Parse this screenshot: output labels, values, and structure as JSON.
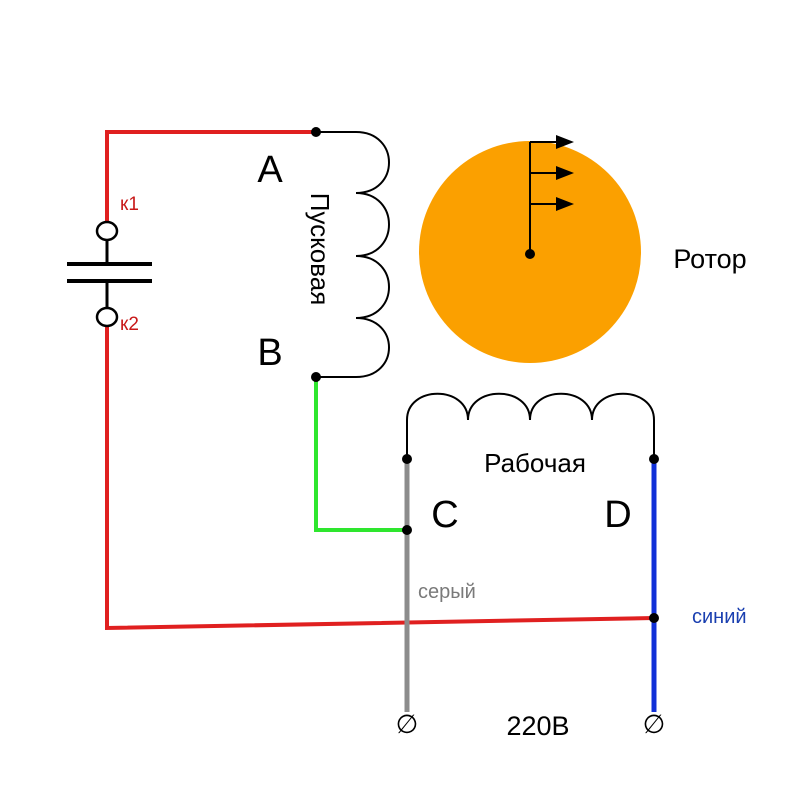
{
  "labels": {
    "terminal_a": "A",
    "terminal_b": "B",
    "terminal_c": "C",
    "terminal_d": "D",
    "start_winding": "Пусковая",
    "run_winding": "Рабочая",
    "rotor": "Ротор",
    "capacitor_k1": "к1",
    "capacitor_k2": "к2",
    "gray_wire": "серый",
    "blue_wire": "синий",
    "supply_voltage": "220В",
    "supply_terminal_symbol": "∅"
  },
  "colors": {
    "capacitor_wire": "#e02020",
    "jumper_wire": "#2ee62e",
    "gray_wire": "#8c8c8c",
    "blue_wire": "#1030d8",
    "rotor_fill": "#fba000",
    "winding": "#000000",
    "label_red": "#c81818",
    "label_gray": "#7a7a7a",
    "label_blue": "#1a3fb0"
  }
}
